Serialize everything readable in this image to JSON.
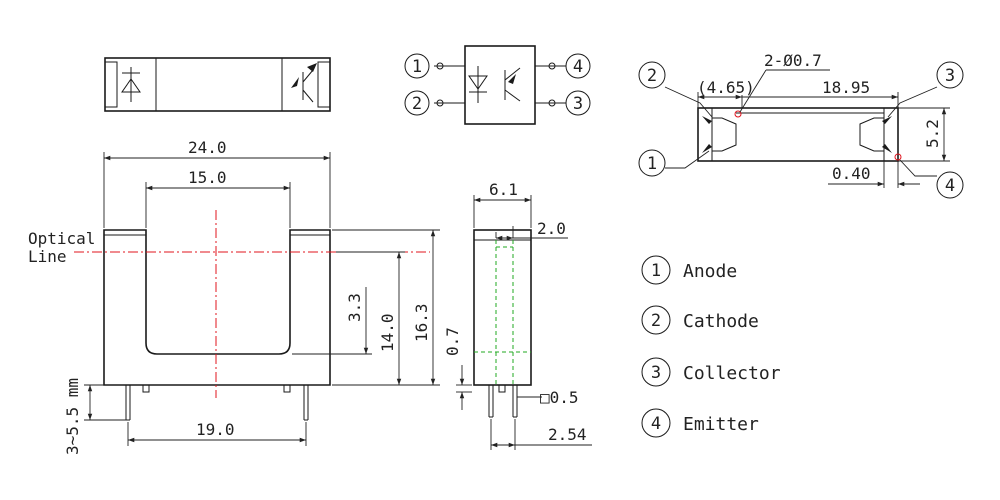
{
  "drawing": {
    "top_view": {},
    "schematic": {
      "pin_numbers": [
        "1",
        "2",
        "4",
        "3"
      ]
    },
    "pcb_view": {
      "holes": "2-Ø0.7",
      "offset": "(4.65)",
      "pitch": "18.95",
      "height": "5.2",
      "pad": "0.40",
      "pin_numbers": [
        "2",
        "1",
        "3",
        "4"
      ]
    },
    "front_view": {
      "width": "24.0",
      "slot_width": "15.0",
      "optical_label_line1": "Optical",
      "optical_label_line2": "Line",
      "d_3_3": "3.3",
      "d_14_0": "14.0",
      "d_16_3": "16.3",
      "pin_length": "3~5.5 mm",
      "pin_span": "19.0"
    },
    "side_view": {
      "width": "6.1",
      "aperture": "2.0",
      "d_0_7": "0.7",
      "pin_size": "□0.5",
      "pin_pitch": "2.54"
    },
    "legend": [
      {
        "num": "1",
        "label": "Anode"
      },
      {
        "num": "2",
        "label": "Cathode"
      },
      {
        "num": "3",
        "label": "Collector"
      },
      {
        "num": "4",
        "label": "Emitter"
      }
    ]
  }
}
